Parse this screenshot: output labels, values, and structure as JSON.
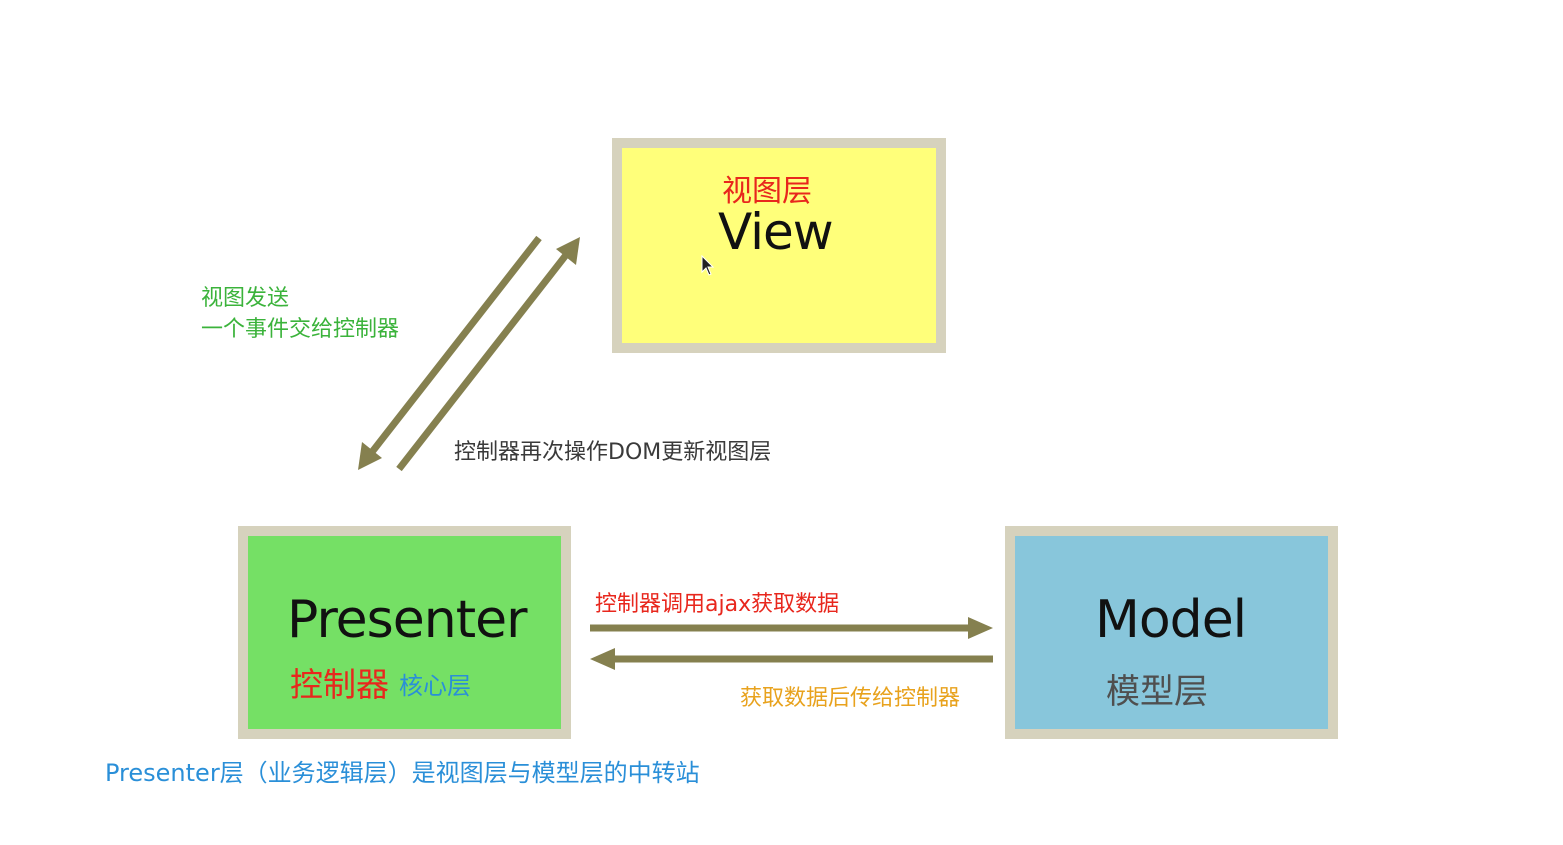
{
  "view": {
    "label_cn": "视图层",
    "label_en": "View",
    "fill_color": "#ffff7a"
  },
  "presenter": {
    "label_en": "Presenter",
    "label_cn": "控制器",
    "label_core": "核心层",
    "fill_color": "#75e065"
  },
  "model": {
    "label_en": "Model",
    "label_cn": "模型层",
    "fill_color": "#88c6db"
  },
  "arrows": {
    "view_to_presenter_label_line1": "视图发送",
    "view_to_presenter_label_line2": "一个事件交给控制器",
    "presenter_to_view_label": "控制器再次操作DOM更新视图层",
    "presenter_to_model_label": "控制器调用ajax获取数据",
    "model_to_presenter_label": "获取数据后传给控制器",
    "arrow_color": "#85804f"
  },
  "caption": "Presenter层（业务逻辑层）是视图层与模型层的中转站",
  "colors": {
    "box_border": "#d6d2bd",
    "red_text": "#e8271d",
    "green_text": "#3bb33b",
    "orange_text": "#e8a21d",
    "blue_text": "#2a8fd8"
  },
  "icons": [
    "mouse-cursor-icon"
  ]
}
